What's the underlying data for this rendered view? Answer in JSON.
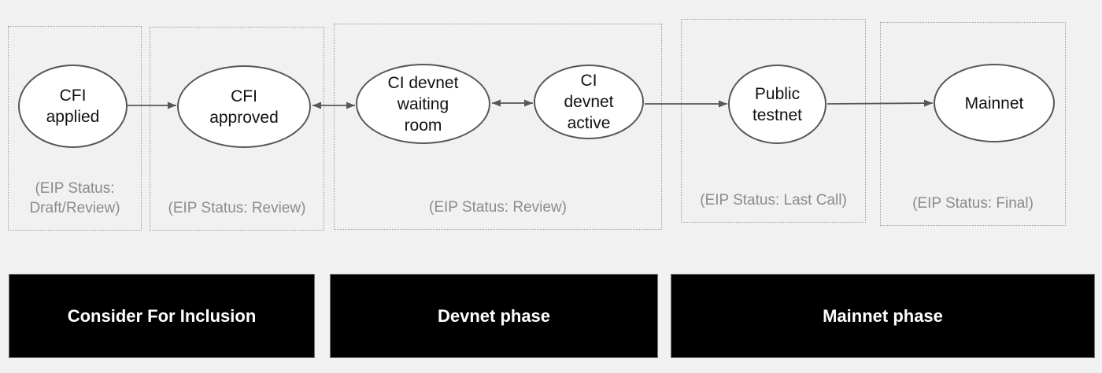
{
  "colors": {
    "background": "#f1f1f1",
    "node_fill": "#ffffff",
    "node_stroke": "#575757",
    "node_text": "#111111",
    "arrow": "#575757",
    "group_border": "#9b9b9b",
    "status_text": "#8c8c8c",
    "phase_bg": "#000000",
    "phase_text": "#ffffff"
  },
  "groups": [
    {
      "id": "cfi-applied",
      "status": "(EIP Status: Draft/Review)"
    },
    {
      "id": "cfi-approved",
      "status": "(EIP Status: Review)"
    },
    {
      "id": "ci-devnet",
      "status": "(EIP Status: Review)"
    },
    {
      "id": "public-testnet",
      "status": "(EIP Status: Last Call)"
    },
    {
      "id": "mainnet",
      "status": "(EIP Status: Final)"
    }
  ],
  "nodes": [
    {
      "id": "cfi-applied",
      "label": [
        "CFI",
        "applied"
      ]
    },
    {
      "id": "cfi-approved",
      "label": [
        "CFI",
        "approved"
      ]
    },
    {
      "id": "ci-devnet-waiting-room",
      "label": [
        "CI devnet",
        "waiting",
        "room"
      ]
    },
    {
      "id": "ci-devnet-active",
      "label": [
        "CI",
        "devnet",
        "active"
      ]
    },
    {
      "id": "public-testnet",
      "label": [
        "Public",
        "testnet"
      ]
    },
    {
      "id": "mainnet",
      "label": [
        "Mainnet"
      ]
    }
  ],
  "edges": [
    {
      "from": "cfi-applied",
      "to": "cfi-approved",
      "direction": "forward"
    },
    {
      "from": "cfi-approved",
      "to": "ci-devnet-waiting-room",
      "direction": "both"
    },
    {
      "from": "ci-devnet-waiting-room",
      "to": "ci-devnet-active",
      "direction": "both"
    },
    {
      "from": "ci-devnet-active",
      "to": "public-testnet",
      "direction": "forward"
    },
    {
      "from": "public-testnet",
      "to": "mainnet",
      "direction": "forward"
    }
  ],
  "phases": [
    {
      "label": "Consider For Inclusion"
    },
    {
      "label": "Devnet phase"
    },
    {
      "label": "Mainnet phase"
    }
  ]
}
